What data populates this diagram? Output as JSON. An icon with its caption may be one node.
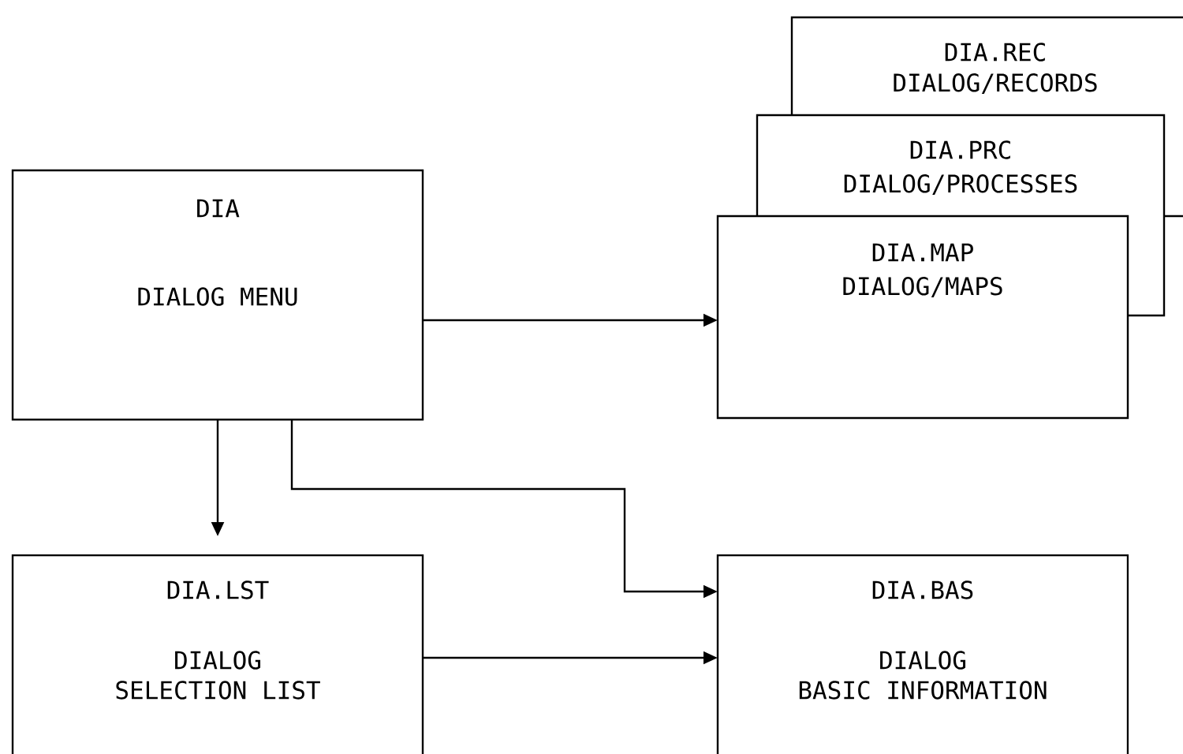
{
  "diagram": {
    "nodes": [
      {
        "text": [
          "DIA",
          "DIALOG MENU"
        ]
      },
      {
        "text": [
          "DIA.REC",
          "DIALOG/RECORDS"
        ]
      },
      {
        "text": [
          "DIA.PRC",
          "DIALOG/PROCESSES"
        ]
      },
      {
        "text": [
          "DIA.MAP",
          "DIALOG/MAPS"
        ]
      },
      {
        "text": [
          "DIA.LST",
          "DIALOG SELECTION LIST"
        ]
      },
      {
        "text": [
          "DIA.BAS",
          "DIALOG BASIC INFORMATION"
        ]
      }
    ],
    "edges": [
      {
        "from": 0,
        "to": 3,
        "arrow": "to"
      },
      {
        "from": 0,
        "to": 4,
        "arrow": "to"
      },
      {
        "from": 0,
        "to": 5,
        "arrow": "to"
      },
      {
        "from": 4,
        "to": 5,
        "arrow": "to"
      }
    ]
  }
}
